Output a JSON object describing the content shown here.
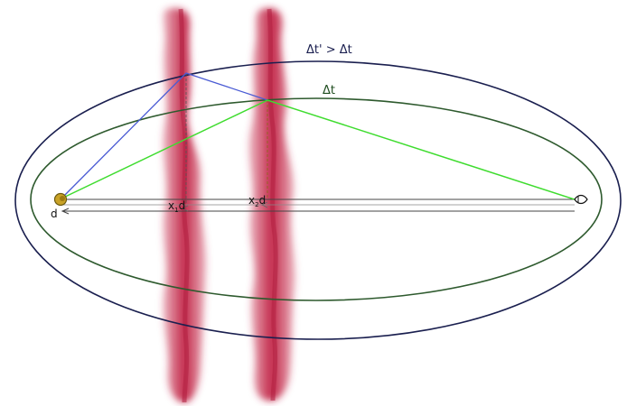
{
  "labels": {
    "outer_ellipse": "Δt' > Δt",
    "inner_ellipse": "Δt",
    "source": "d",
    "x1_prefix": "x",
    "x1_sub": "1",
    "x1_suffix": "d",
    "x2_prefix": "x",
    "x2_sub": "2",
    "x2_suffix": "d"
  },
  "colors": {
    "outer_ellipse": "#1a1f4f",
    "inner_ellipse": "#2e5a2e",
    "blue_path": "#4a5bd4",
    "green_path": "#3fdc2f",
    "screen_red": "#c8314f",
    "source_fill": "#c9a227",
    "axis": "#444444"
  },
  "icons": {
    "source": "source-disk-icon",
    "observer": "eye-icon"
  }
}
